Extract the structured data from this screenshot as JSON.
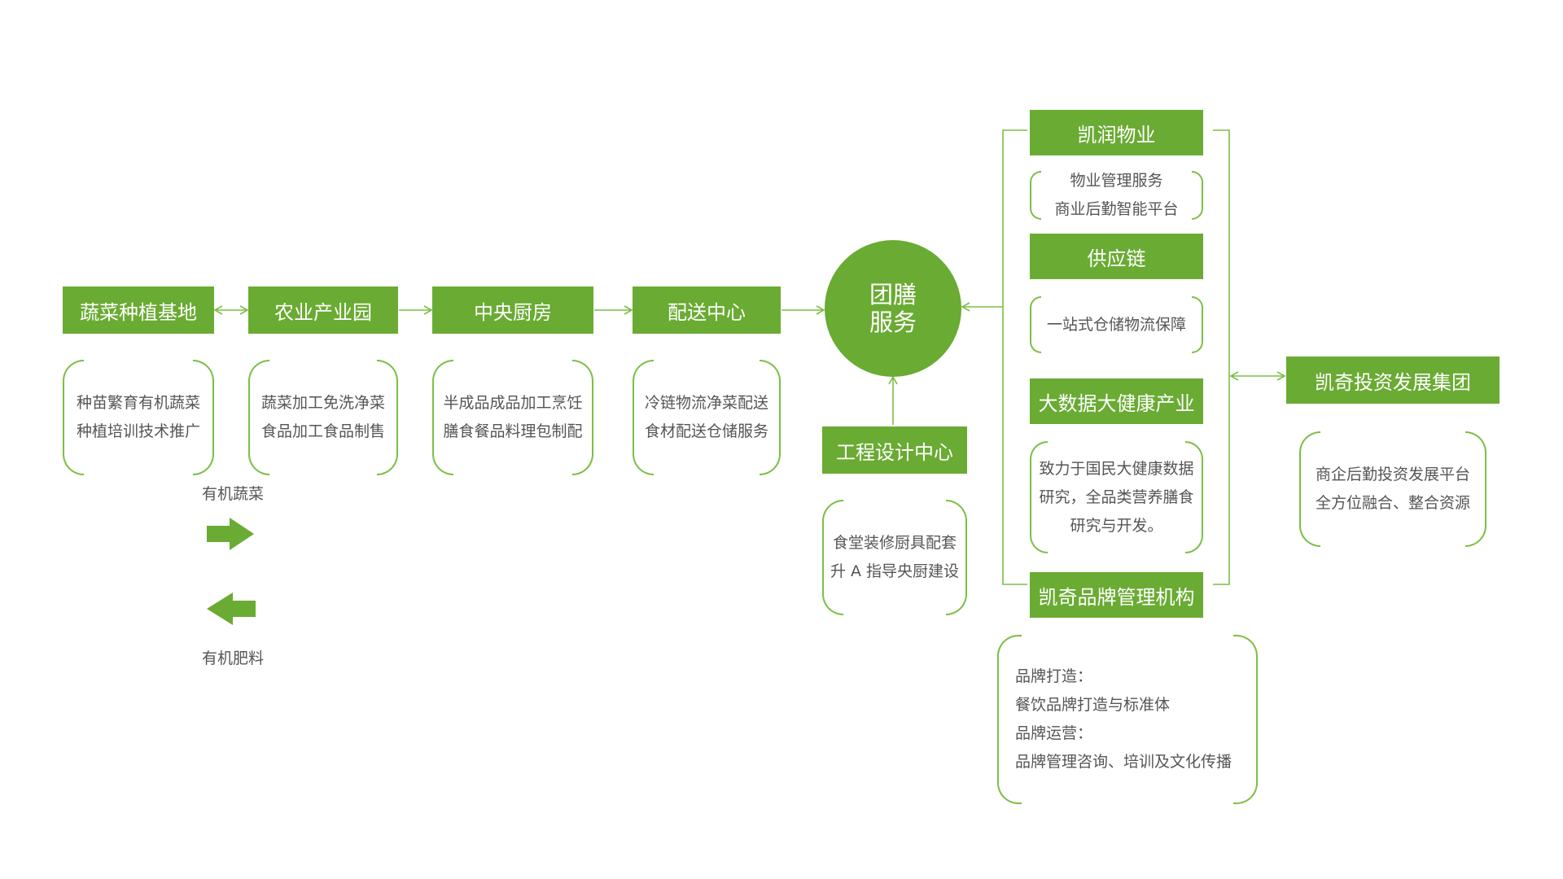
{
  "colors": {
    "node_fill": "#6aab33",
    "line": "#7bbf45",
    "text": "#555555"
  },
  "chain": [
    {
      "title": "蔬菜种植基地",
      "desc": [
        "种苗繁育有机蔬菜",
        "种植培训技术推广"
      ]
    },
    {
      "title": "农业产业园",
      "desc": [
        "蔬菜加工免洗净菜",
        "食品加工食品制售"
      ]
    },
    {
      "title": "中央厨房",
      "desc": [
        "半成品成品加工烹饪",
        "膳食餐品料理包制配"
      ]
    },
    {
      "title": "配送中心",
      "desc": [
        "冷链物流净菜配送",
        "食材配送仓储服务"
      ]
    }
  ],
  "center": {
    "line1": "团膳",
    "line2": "服务"
  },
  "engineering": {
    "title": "工程设计中心",
    "desc": [
      "食堂装修厨具配套",
      "升 A 指导央厨建设"
    ]
  },
  "legend": {
    "top_label": "有机蔬菜",
    "bottom_label": "有机肥料",
    "right_arrow_icon": "arrow-right-icon",
    "left_arrow_icon": "arrow-left-icon"
  },
  "branches": [
    {
      "title": "凯润物业",
      "desc": [
        "物业管理服务",
        "商业后勤智能平台"
      ]
    },
    {
      "title": "供应链",
      "desc": [
        "一站式仓储物流保障"
      ]
    },
    {
      "title": "大数据大健康产业",
      "desc": [
        "致力于国民大健康数据",
        "研究，全品类营养膳食",
        "研究与开发。"
      ]
    },
    {
      "title": "凯奇品牌管理机构",
      "desc": [
        "品牌打造：",
        "餐饮品牌打造与标准体",
        "品牌运营：",
        "品牌管理咨询、培训及文化传播"
      ]
    }
  ],
  "group": {
    "title": "凯奇投资发展集团",
    "desc": [
      "商企后勤投资发展平台",
      "全方位融合、整合资源"
    ]
  }
}
